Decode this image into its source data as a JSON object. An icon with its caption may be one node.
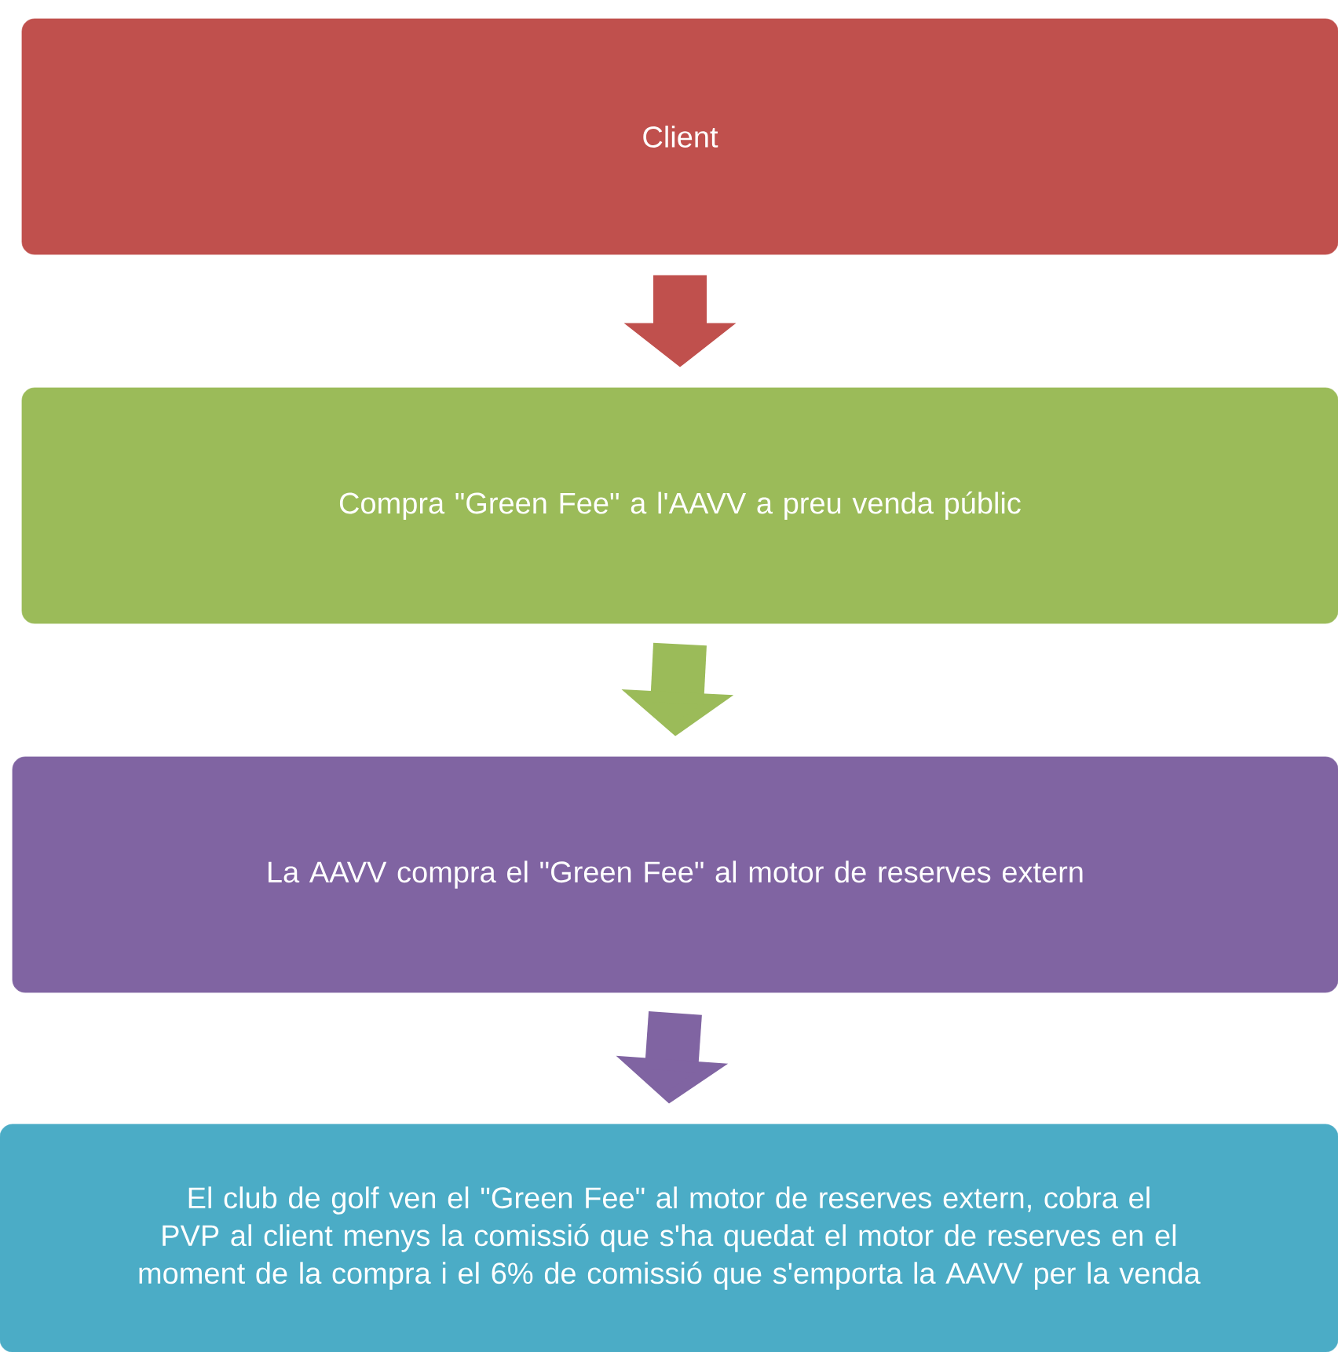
{
  "diagram": {
    "nodes": [
      {
        "text": [
          "Client"
        ]
      },
      {
        "text": [
          "Compra \"Green Fee\"  a l'AAVV a preu venda públic"
        ]
      },
      {
        "text": [
          "La AAVV compra el \"Green Fee\" al motor de reserves extern"
        ]
      },
      {
        "text": [
          "El club de golf ven el \"Green Fee\" al motor de reserves extern, cobra el PVP al client menys la comissió que s'ha quedat el motor de reserves en el moment de la compra i el 6% de comissió que s'emporta la AAVV per la venda"
        ]
      }
    ],
    "edges": [
      {
        "from": 0,
        "to": 1,
        "arrow": "to",
        "color": "#c0504d"
      },
      {
        "from": 1,
        "to": 2,
        "arrow": "to",
        "color": "#9bbb59"
      },
      {
        "from": 2,
        "to": 3,
        "arrow": "to",
        "color": "#8064a2"
      }
    ]
  }
}
